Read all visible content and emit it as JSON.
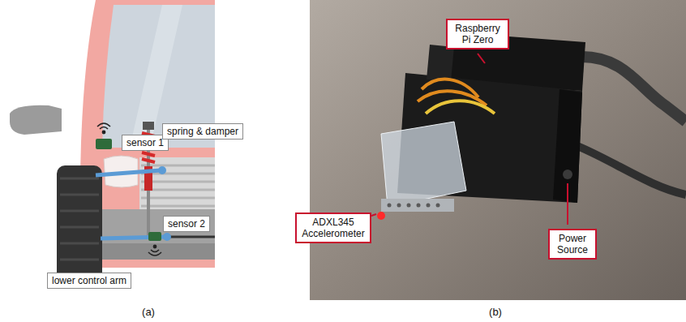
{
  "diagram": {
    "nodes": [
      {
        "text": [
          "sensor 1"
        ]
      },
      {
        "text": [
          "spring & damper"
        ]
      },
      {
        "text": [
          "sensor 2"
        ]
      },
      {
        "text": [
          "lower control arm"
        ]
      },
      {
        "text": [
          "Raspberry Pi Zero"
        ]
      },
      {
        "text": [
          "ADXL345 Accelerometer"
        ]
      },
      {
        "text": [
          "Power Source"
        ]
      }
    ],
    "labels": [
      "(a)",
      "(b)"
    ]
  }
}
